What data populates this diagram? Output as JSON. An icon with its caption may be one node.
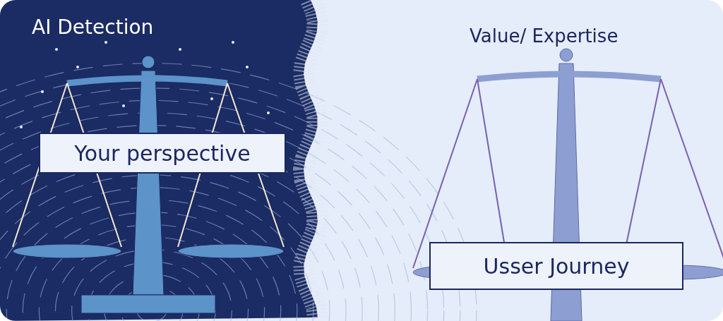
{
  "diagram": {
    "nodes": [
      {
        "text": [
          "Your perspective"
        ]
      },
      {
        "text": [
          "Usser Journey"
        ]
      }
    ],
    "labels": [
      "AI Detection",
      "Value/ Expertise"
    ]
  }
}
